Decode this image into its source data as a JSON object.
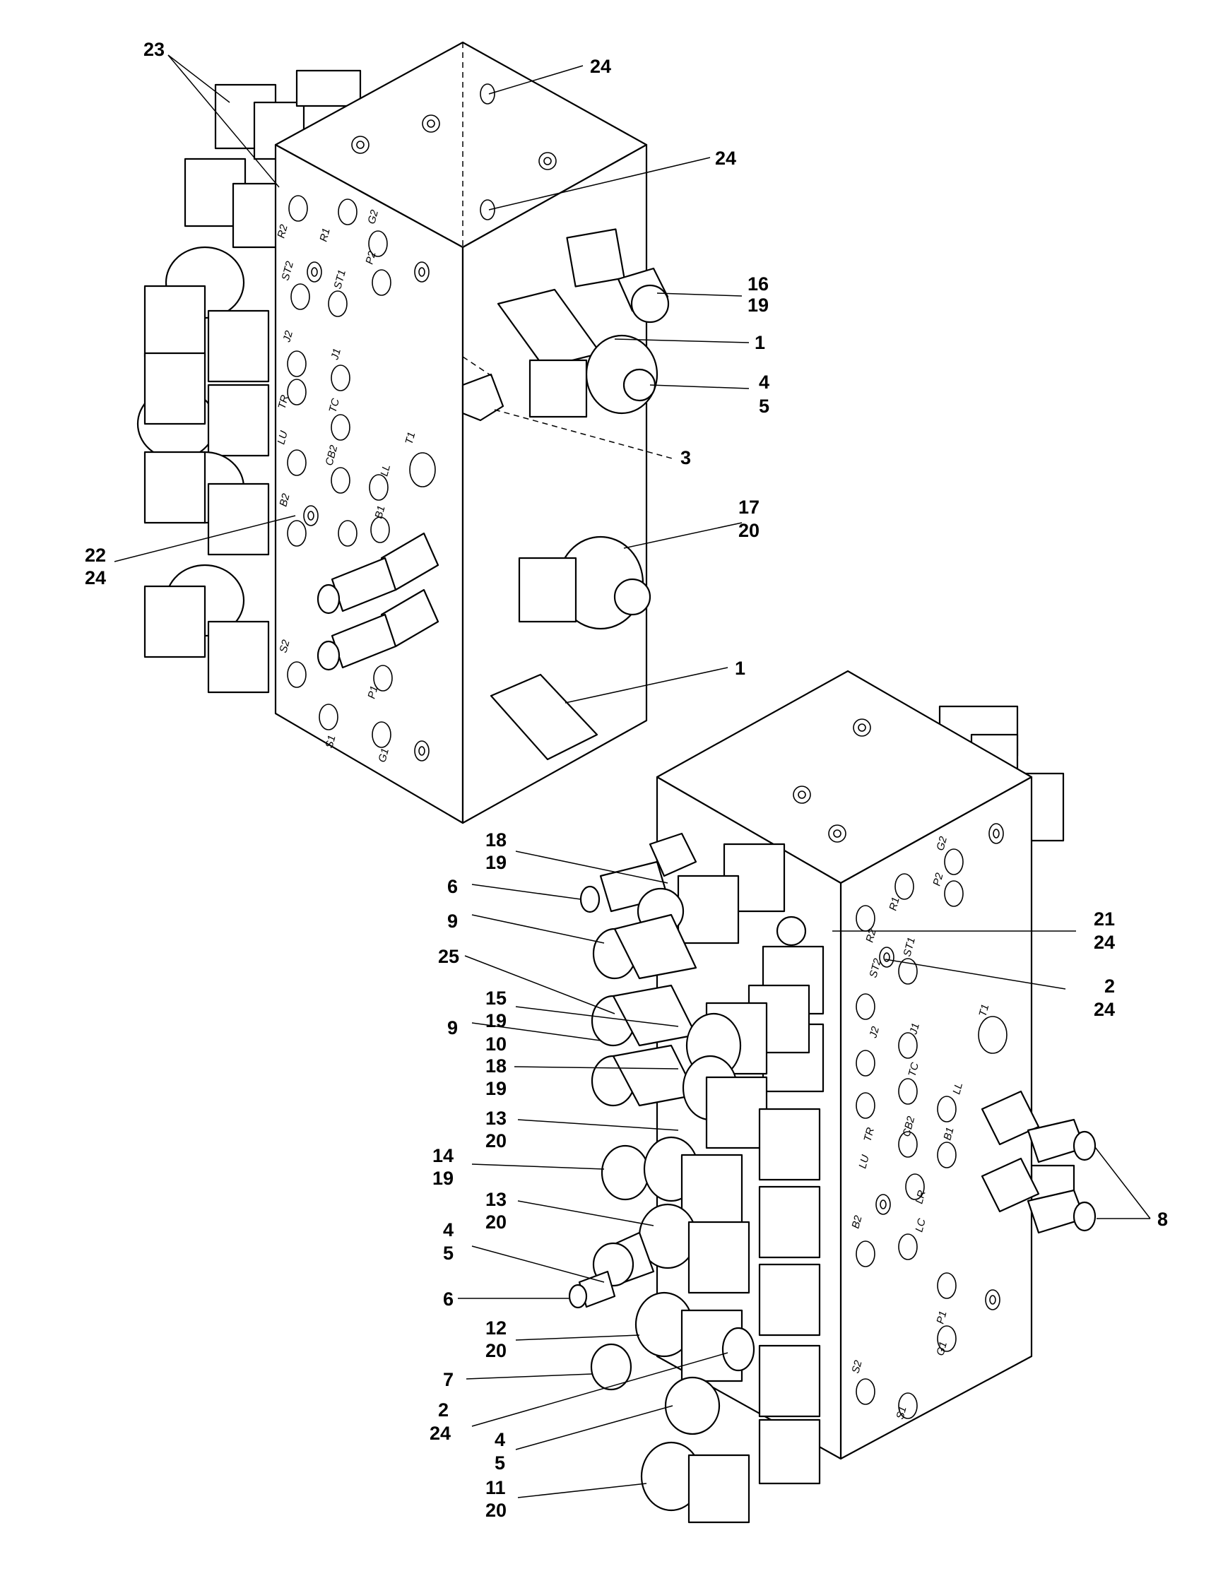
{
  "callouts": {
    "c23": "23",
    "c24a": "24",
    "c24b": "24",
    "c16": "16",
    "c19a": "19",
    "c1a": "1",
    "c4a": "4",
    "c5a": "5",
    "c3": "3",
    "c17": "17",
    "c20a": "20",
    "c22": "22",
    "c24c": "24",
    "c1b": "1",
    "c18a": "18",
    "c19b": "19",
    "c6a": "6",
    "c9a": "9",
    "c21": "21",
    "c24d": "24",
    "c25": "25",
    "c2a": "2",
    "c24e": "24",
    "c15": "15",
    "c19c": "19",
    "c9b": "9",
    "c10": "10",
    "c18b": "18",
    "c19d": "19",
    "c13a": "13",
    "c20b": "20",
    "c14": "14",
    "c19e": "19",
    "c13b": "13",
    "c20c": "20",
    "c8": "8",
    "c4b": "4",
    "c5b": "5",
    "c6b": "6",
    "c12": "12",
    "c20d": "20",
    "c7": "7",
    "c2b": "2",
    "c24f": "24",
    "c4c": "4",
    "c5c": "5",
    "c11": "11",
    "c20e": "20"
  },
  "ports_top": {
    "r2": "R2",
    "r1": "R1",
    "g2": "G2",
    "p2": "P2",
    "st2": "ST2",
    "st1": "ST1",
    "j2": "J2",
    "j1": "J1",
    "tr": "TR",
    "tc": "TC",
    "lu": "LU",
    "cb2": "CB2",
    "t1": "T1",
    "ll": "LL",
    "b2": "B2",
    "b1": "B1",
    "s2": "S2",
    "p1": "P1",
    "s1": "S1",
    "g1": "G1"
  },
  "ports_bottom": {
    "g2": "G2",
    "p2": "P2",
    "r1": "R1",
    "r2": "R2",
    "st1": "ST1",
    "st2": "ST2",
    "t1": "T1",
    "j2": "J2",
    "j1": "J1",
    "tc": "TC",
    "ll": "LL",
    "lu": "LU",
    "tr": "TR",
    "cb2": "CB2",
    "b1": "B1",
    "lc": "LC",
    "lr": "LR",
    "b2": "B2",
    "p1": "P1",
    "g1": "G1",
    "s2": "S2",
    "s1": "S1"
  }
}
